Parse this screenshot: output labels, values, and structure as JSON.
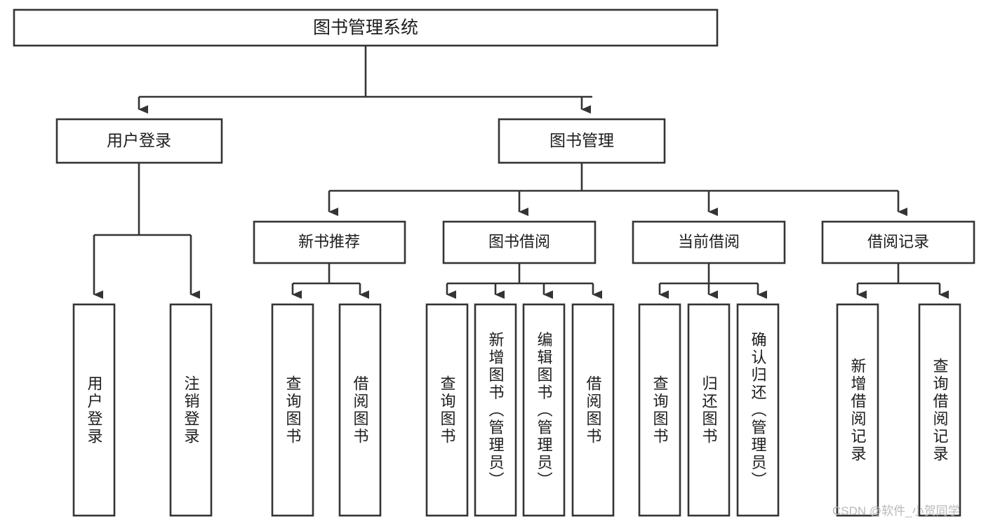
{
  "diagram": {
    "type": "tree",
    "title": "图书管理系统",
    "orientation": "top-down",
    "levels": 4,
    "root": {
      "label": "图书管理系统"
    },
    "level1": [
      {
        "label": "用户登录"
      },
      {
        "label": "图书管理"
      }
    ],
    "level2": [
      {
        "label": "新书推荐",
        "parent": "图书管理"
      },
      {
        "label": "图书借阅",
        "parent": "图书管理"
      },
      {
        "label": "当前借阅",
        "parent": "图书管理"
      },
      {
        "label": "借阅记录",
        "parent": "图书管理"
      }
    ],
    "leaves": {
      "user_login": [
        {
          "label": "用户登录"
        },
        {
          "label": "注销登录"
        }
      ],
      "new_book_recommend": [
        {
          "label": "查询图书"
        },
        {
          "label": "借阅图书"
        }
      ],
      "book_borrow": [
        {
          "label": "查询图书"
        },
        {
          "label": "新增图书（管理员）"
        },
        {
          "label": "编辑图书（管理员）"
        },
        {
          "label": "借阅图书"
        }
      ],
      "current_borrow": [
        {
          "label": "查询图书"
        },
        {
          "label": "归还图书"
        },
        {
          "label": "确认归还（管理员）"
        }
      ],
      "borrow_record": [
        {
          "label": "新增借阅记录"
        },
        {
          "label": "查询借阅记录"
        }
      ]
    },
    "colors": {
      "box_border": "#343434",
      "box_fill": "#ffffff",
      "connector": "#343434",
      "text": "#1d1d1d",
      "watermark": "#b9b9b9",
      "background": "#ffffff"
    }
  },
  "watermark": {
    "text": "CSDN @软件_小贺同学"
  }
}
